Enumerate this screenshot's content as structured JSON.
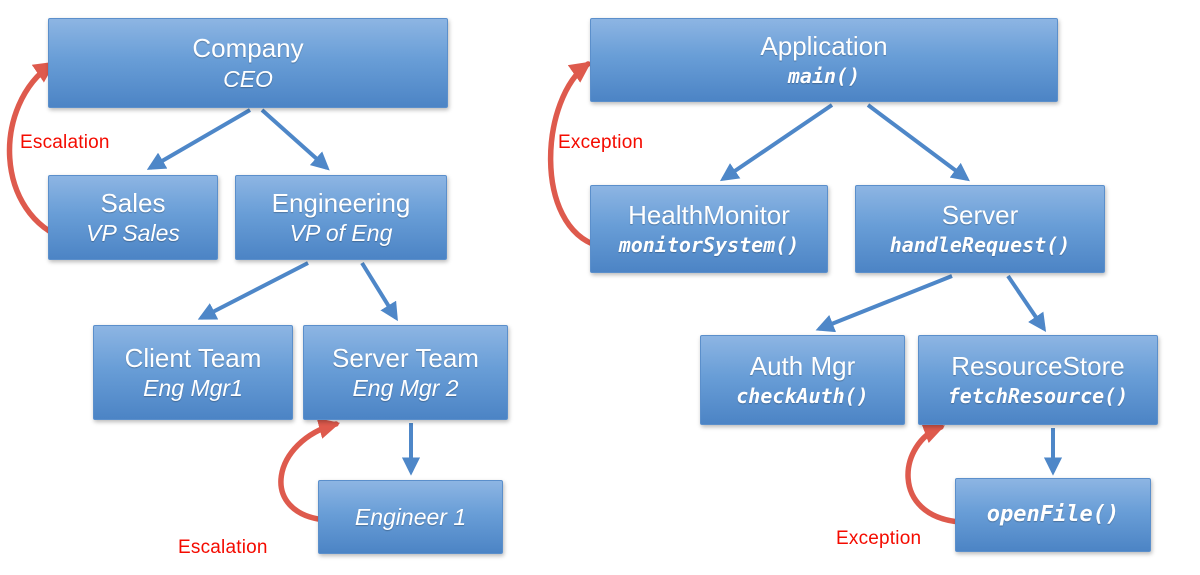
{
  "diagrams": {
    "org": {
      "nodes": {
        "company": {
          "title": "Company",
          "subtitle": "CEO"
        },
        "sales": {
          "title": "Sales",
          "subtitle": "VP Sales"
        },
        "engineering": {
          "title": "Engineering",
          "subtitle": "VP of Eng"
        },
        "client_team": {
          "title": "Client Team",
          "subtitle": "Eng Mgr1"
        },
        "server_team": {
          "title": "Server Team",
          "subtitle": "Eng Mgr 2"
        },
        "engineer1": {
          "title": "Engineer 1"
        }
      },
      "edges": [
        [
          "Company",
          "Sales"
        ],
        [
          "Company",
          "Engineering"
        ],
        [
          "Engineering",
          "Client Team"
        ],
        [
          "Engineering",
          "Server Team"
        ],
        [
          "Server Team",
          "Engineer 1"
        ]
      ],
      "labels": {
        "escalation_top": "Escalation",
        "escalation_bottom": "Escalation"
      }
    },
    "app": {
      "nodes": {
        "application": {
          "title": "Application",
          "subtitle": "main()"
        },
        "health_monitor": {
          "title": "HealthMonitor",
          "subtitle": "monitorSystem()"
        },
        "server": {
          "title": "Server",
          "subtitle": "handleRequest()"
        },
        "auth_mgr": {
          "title": "Auth Mgr",
          "subtitle": "checkAuth()"
        },
        "resource_store": {
          "title": "ResourceStore",
          "subtitle": "fetchResource()"
        },
        "open_file": {
          "title": "openFile()"
        }
      },
      "edges": [
        [
          "Application",
          "HealthMonitor"
        ],
        [
          "Application",
          "Server"
        ],
        [
          "Server",
          "Auth Mgr"
        ],
        [
          "Server",
          "ResourceStore"
        ],
        [
          "ResourceStore",
          "openFile()"
        ]
      ],
      "labels": {
        "exception_top": "Exception",
        "exception_bottom": "Exception"
      }
    }
  },
  "colors": {
    "box_gradient_top": "#8db5e3",
    "box_gradient_bottom": "#4c84c5",
    "arrow_blue": "#4e87c8",
    "arrow_red": "#de5a4d",
    "label_red": "#f40b00"
  }
}
